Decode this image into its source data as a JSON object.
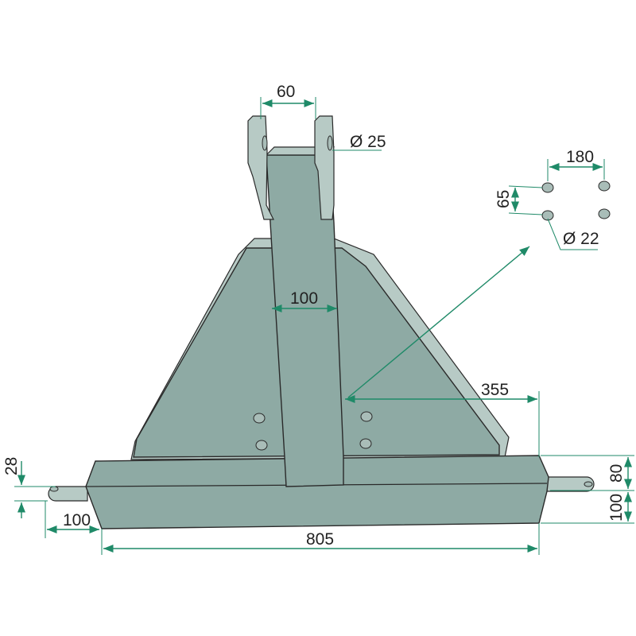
{
  "title": "Three-point linkage A-frame drawing",
  "dimensions": {
    "pin_gap": "60",
    "pin_diameter": "Ø 25",
    "column_width": "100",
    "hole_spacing_h": "180",
    "hole_spacing_v": "65",
    "hole_diameter": "Ø 22",
    "hole_offset": "355",
    "pin_thickness": "28",
    "pin_length": "100",
    "total_width": "805",
    "beam_upper": "80",
    "beam_lower": "100"
  },
  "colors": {
    "dimension": "#1f8a68",
    "body": "#8eaaa4",
    "face": "#b7cac5"
  }
}
